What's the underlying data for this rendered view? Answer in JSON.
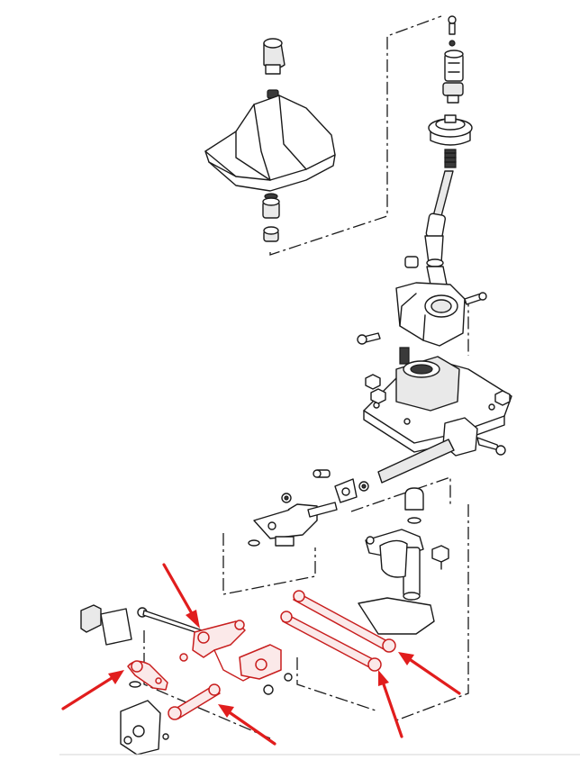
{
  "diagram": {
    "type": "exploded-parts-view",
    "colors": {
      "line": "#1a1a1a",
      "highlight": "#c81e1e",
      "arrow": "#e11d1d",
      "background": "#ffffff"
    },
    "highlighted_parts": [
      "upper-left-lever",
      "left-lever",
      "small-link-rod",
      "long-link-rod-1",
      "long-link-rod-2"
    ],
    "arrows_count": 5
  }
}
